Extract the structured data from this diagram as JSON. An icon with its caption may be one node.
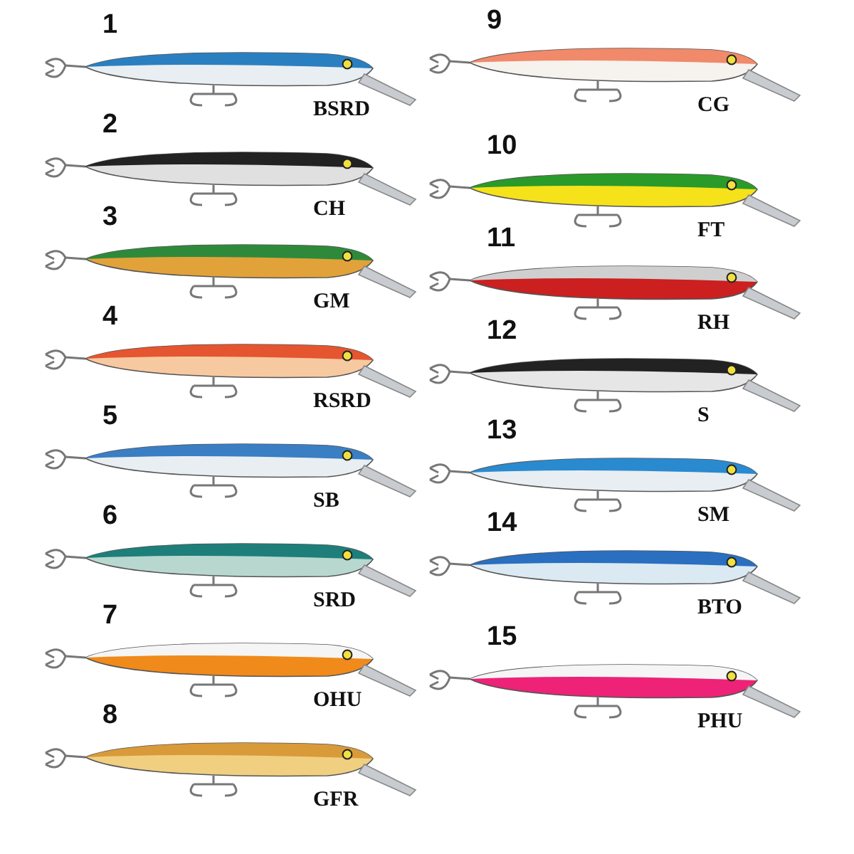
{
  "diagram": {
    "labels": [
      "1",
      "BSRD",
      "2",
      "CH",
      "3",
      "GM",
      "4",
      "RSRD",
      "5",
      "SB",
      "6",
      "SRD",
      "7",
      "OHU",
      "8",
      "GFR",
      "9",
      "CG",
      "10",
      "FT",
      "11",
      "RH",
      "12",
      "S",
      "13",
      "SM",
      "14",
      "BTO",
      "15",
      "PHU"
    ]
  }
}
